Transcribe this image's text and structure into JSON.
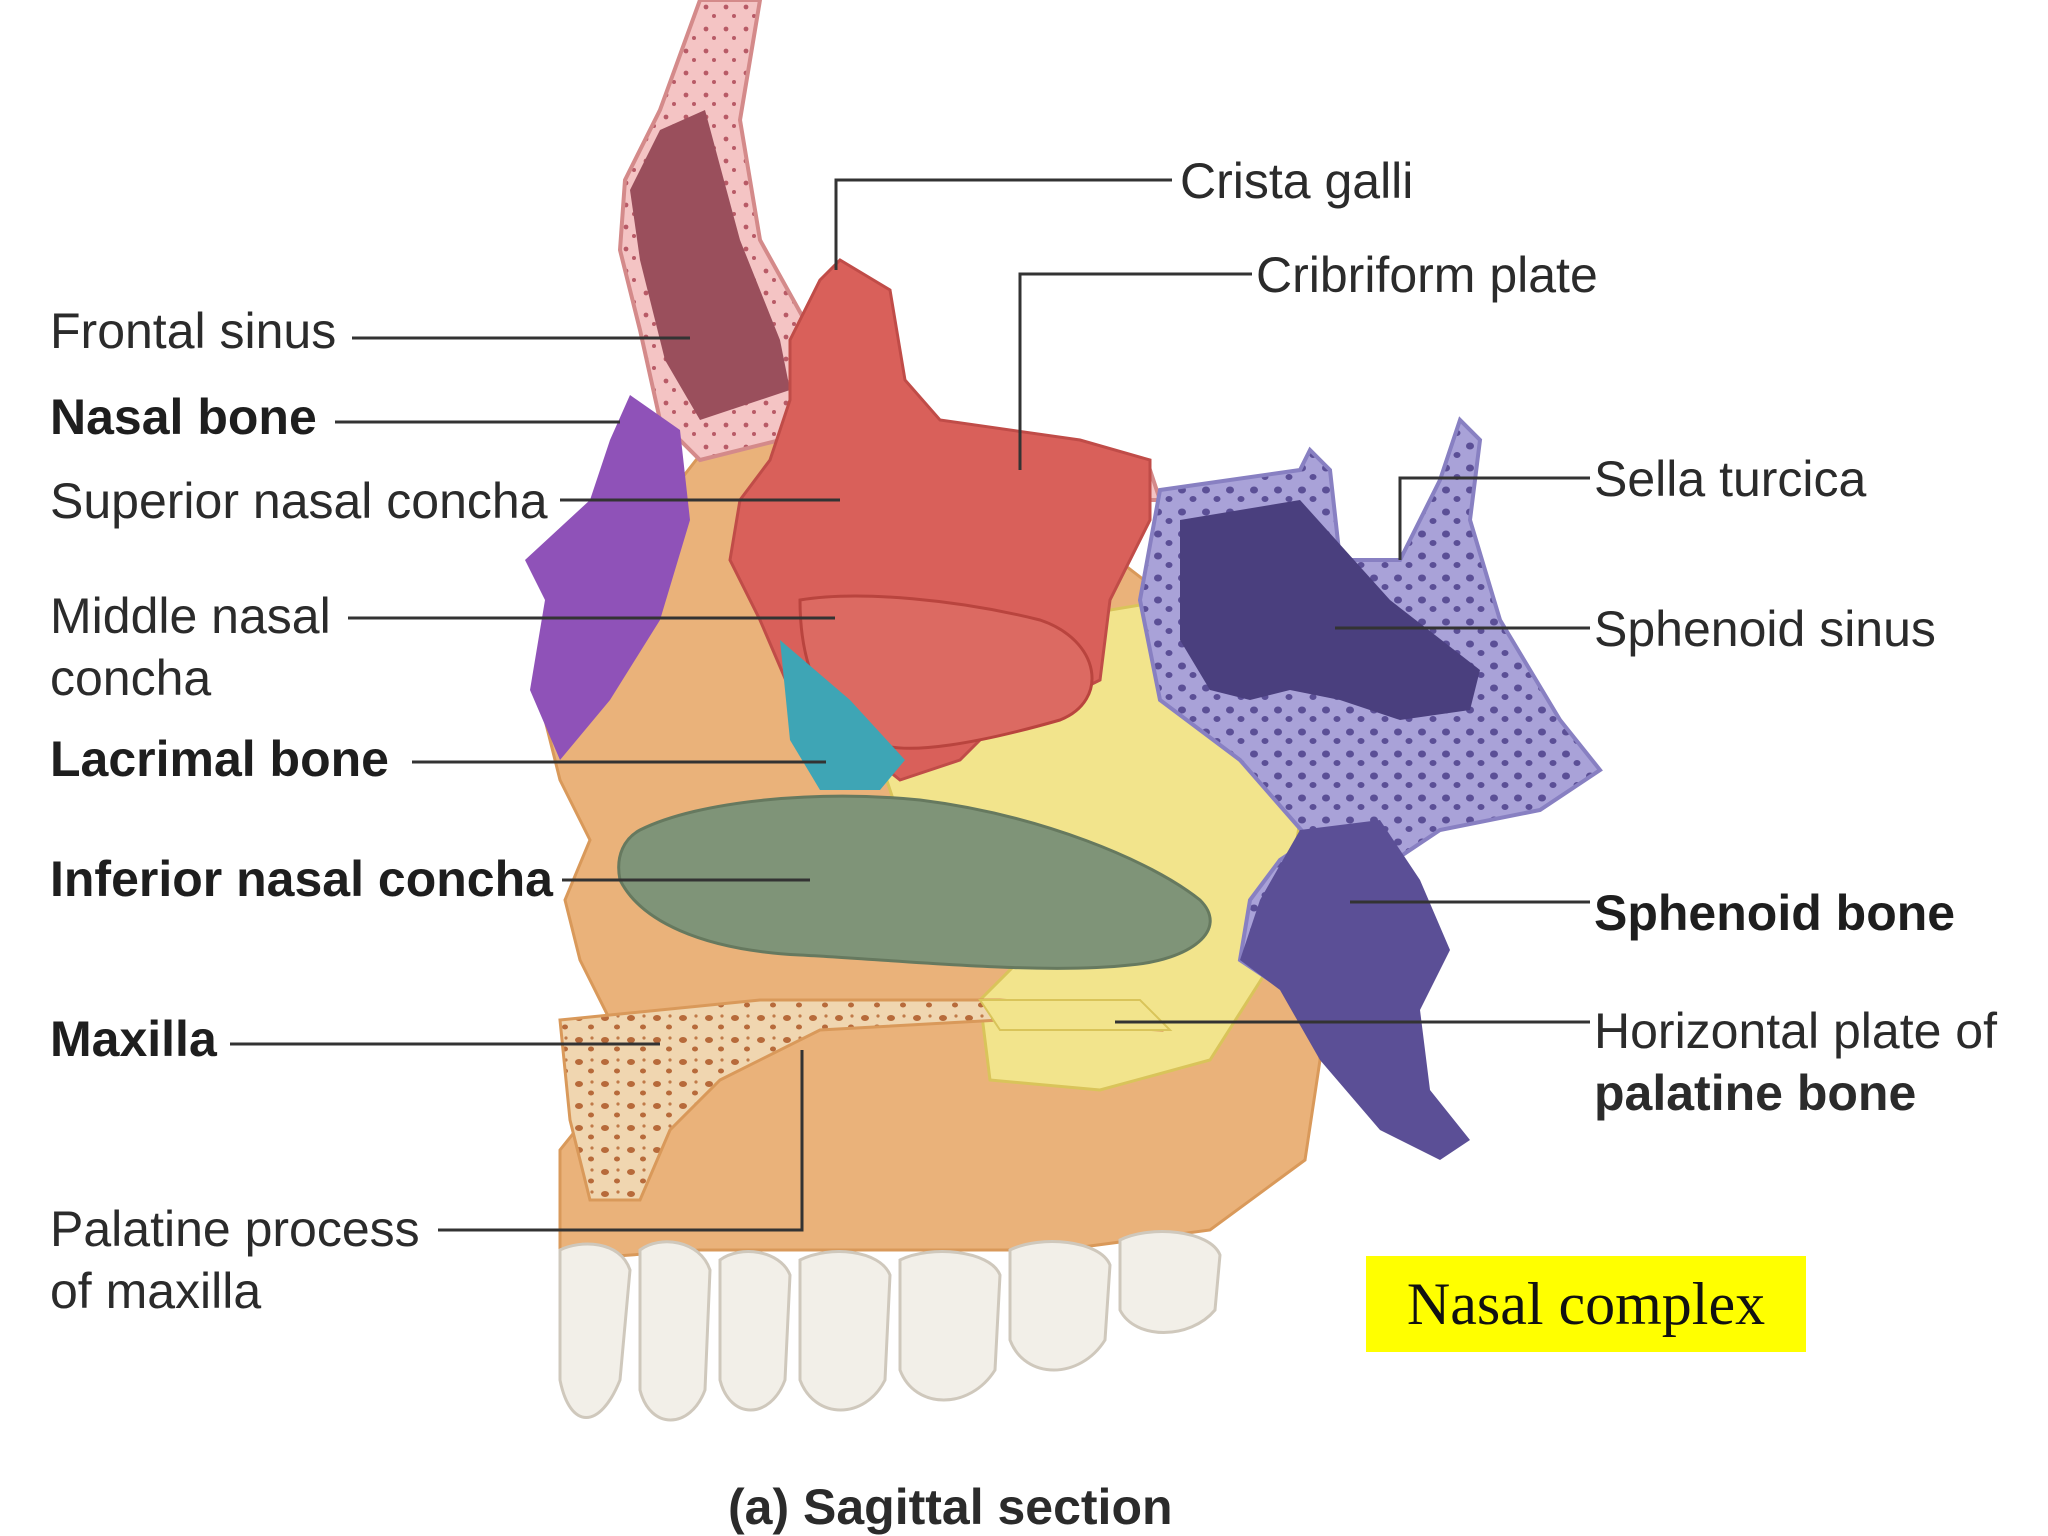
{
  "labels": {
    "frontal_sinus": "Frontal sinus",
    "nasal_bone": "Nasal bone",
    "superior_concha": "Superior nasal concha",
    "middle_concha_1": "Middle nasal",
    "middle_concha_2": "concha",
    "lacrimal_bone": "Lacrimal bone",
    "inferior_concha": "Inferior nasal concha",
    "maxilla": "Maxilla",
    "palatine_process_1": "Palatine process",
    "palatine_process_2": "of maxilla",
    "crista_galli": "Crista galli",
    "cribriform_plate": "Cribriform plate",
    "sella_turcica": "Sella turcica",
    "sphenoid_sinus": "Sphenoid sinus",
    "sphenoid_bone": "Sphenoid bone",
    "horizontal_plate_1": "Horizontal plate of",
    "horizontal_plate_2": "palatine bone"
  },
  "caption": "(a) Sagittal section",
  "badge": "Nasal complex",
  "colors": {
    "frontal_bone": "#f4c4c4",
    "frontal_sinus": "#9a4f5c",
    "ethmoid": "#d9605a",
    "maxilla": "#eab27a",
    "nasal_bone": "#8f52b8",
    "lacrimal": "#3ea5b5",
    "inferior_concha": "#7f9478",
    "palatine": "#f2e48c",
    "sphenoid": "#a9a2d8",
    "sphenoid_dark": "#4a3f7e",
    "teeth": "#f2efe8",
    "badge": "#ffff00"
  }
}
